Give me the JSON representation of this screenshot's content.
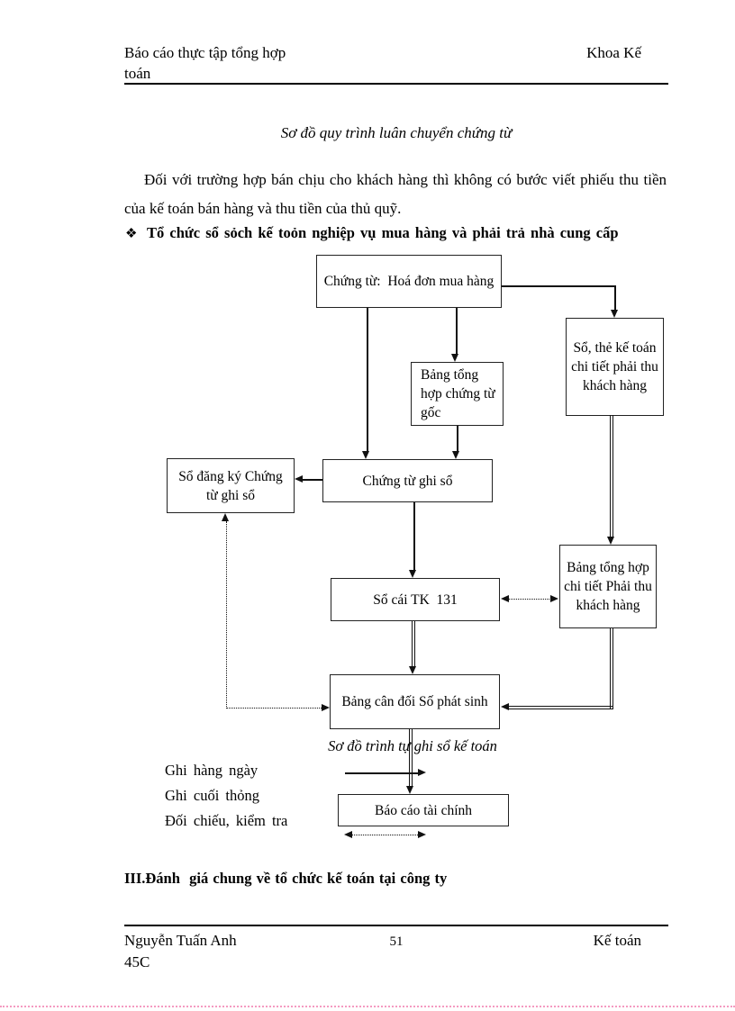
{
  "header": {
    "left": "Báo cáo thực tập tổng hợp",
    "left_wrap": "toán",
    "right": "Khoa Kế"
  },
  "diagram_title": "Sơ đồ quy trình luân chuyển chứng từ",
  "paragraph": "Đối với trường hợp bán chịu cho khách hàng thì không có bước viết phiếu thu tiền của kế toán bán hàng và thu tiền của thủ quỹ.",
  "bullet": {
    "marker": "❖",
    "text": "Tổ chức sổ sỏch kế toỏn nghiệp vụ mua hàng và phải trả nhà cung cấp"
  },
  "flowchart": {
    "boxes": {
      "source_document": "Chứng từ:  Hoá đơn mua hàng",
      "summary_sheet": "Bảng tổng hợp chứng từ gốc",
      "detail_ledger": "Sổ, thẻ kế toán chi tiết phải thu khách hàng",
      "register": "Sổ đăng ký Chứng từ ghi sổ",
      "voucher": "Chứng từ ghi sổ",
      "general_ledger": "Sổ cái TK  131",
      "detail_summary": "Bảng tổng hợp chi tiết Phải thu khách hàng",
      "trial_balance": "Bảng cân đối Số phát sinh",
      "financial_report": "Báo cáo tài chính"
    },
    "caption": "Sơ đồ trình tự ghi sổ kế toán",
    "legend": [
      {
        "label": "Ghi hàng ngày",
        "style": "solid-arrow"
      },
      {
        "label": "Ghi cuối thỏng",
        "style": "double-line-arrow"
      },
      {
        "label": "Đối chiếu, kiểm tra",
        "style": "dotted-double-arrow"
      }
    ]
  },
  "section_heading": "III.Đánh  giá chung về tổ chức kế toán tại công ty",
  "footer": {
    "left": "Nguyễn Tuấn Anh",
    "left_wrap": "45C",
    "page_number": "51",
    "right": "Kế toán"
  },
  "colors": {
    "text": "#000000",
    "line": "#111111",
    "bottom_dotted_line": "#f49ac1"
  }
}
